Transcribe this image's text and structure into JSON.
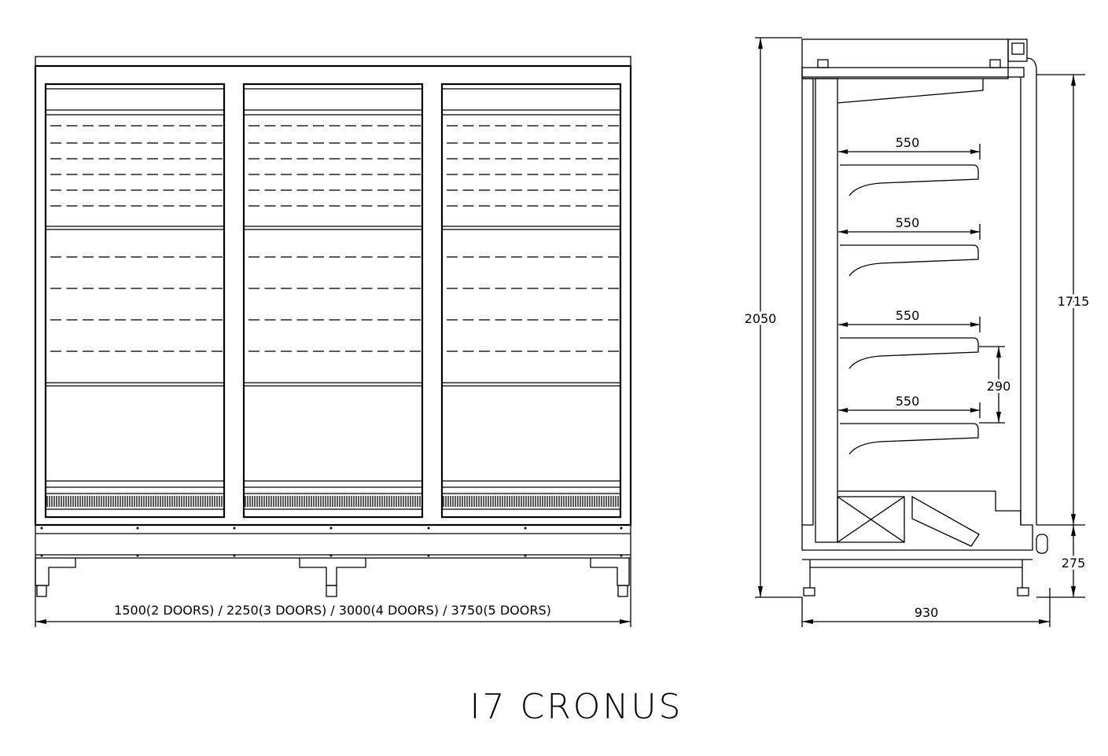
{
  "title": "I7 CRONUS",
  "front_view": {
    "door_count_shown": 3,
    "width_label": "1500(2 DOORS) / 2250(3 DOORS) / 3000(4 DOORS) / 3750(5 DOORS)"
  },
  "side_view": {
    "total_height": "2050",
    "display_height": "1715",
    "base_height": "275",
    "depth": "930",
    "shelf_spacing": "290",
    "shelf_depths": [
      "550",
      "550",
      "550",
      "550"
    ]
  }
}
